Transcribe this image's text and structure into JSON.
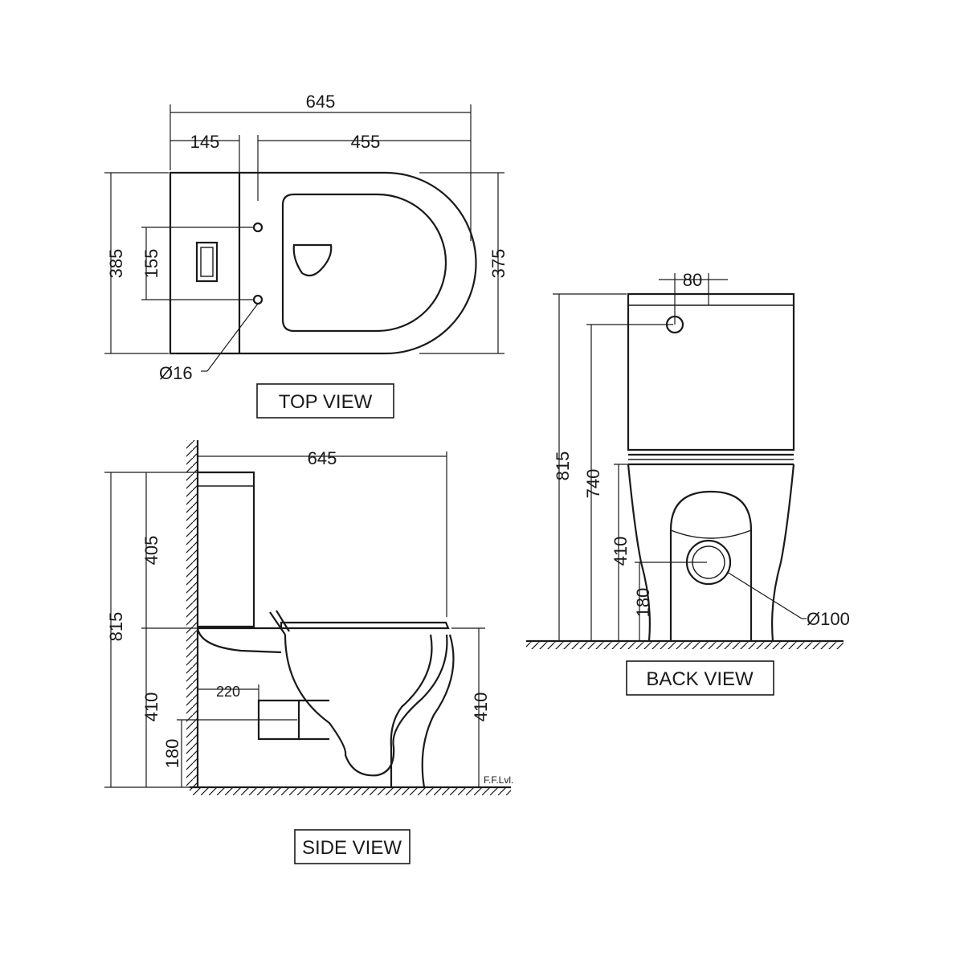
{
  "views": {
    "top": {
      "label": "TOP VIEW",
      "dims": {
        "overall_length": "645",
        "tank_depth": "145",
        "bowl_length": "455",
        "overall_width": "385",
        "fixing_spacing": "155",
        "bowl_width": "375",
        "fixing_hole": "Ø16"
      }
    },
    "side": {
      "label": "SIDE VIEW",
      "dims": {
        "overall_length": "645",
        "total_height": "815",
        "tank_height": "405",
        "seat_height_left": "410",
        "outlet_height": "180",
        "outlet_distance": "220",
        "seat_height_right": "410",
        "floor_level": "F.F.Lvl."
      }
    },
    "back": {
      "label": "BACK VIEW",
      "dims": {
        "inlet_offset": "80",
        "total_height": "815",
        "inlet_height": "740",
        "outlet_top": "410",
        "outlet_center": "180",
        "outlet_diameter": "Ø100"
      }
    }
  },
  "colors": {
    "line": "#1a1a1a",
    "background": "#ffffff"
  }
}
